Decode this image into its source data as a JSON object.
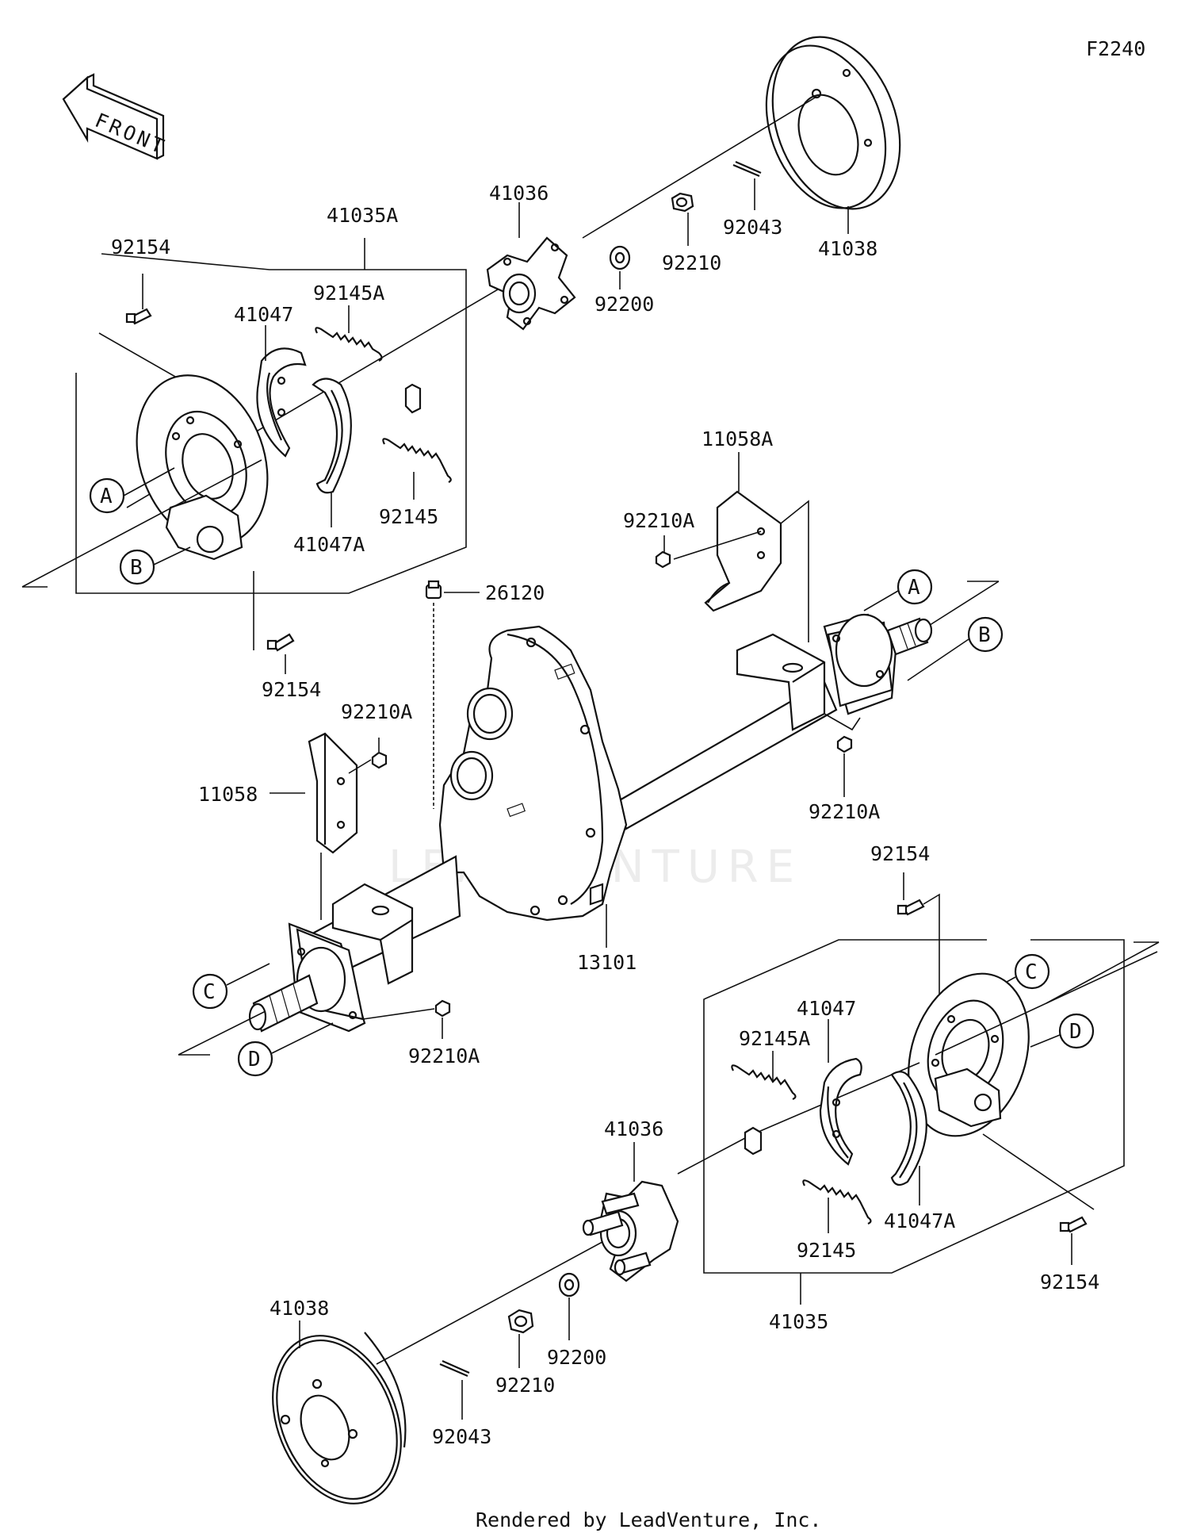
{
  "diagram_code": "F2240",
  "front_label": "FRONT",
  "watermark": "LEADVENTURE",
  "footer": "Rendered by LeadVenture, Inc.",
  "part_labels": {
    "p41038_top": "41038",
    "p92043_top": "92043",
    "p41036_top": "41036",
    "p92210_top": "92210",
    "p92200_top": "92200",
    "p41035A": "41035A",
    "p92154_tl": "92154",
    "p92145A_top": "92145A",
    "p41047_top": "41047",
    "p92145_top": "92145",
    "p41047A_top": "41047A",
    "p11058A": "11058A",
    "p92210A_r1": "92210A",
    "p26120": "26120",
    "p92154_ml": "92154",
    "p92210A_l1": "92210A",
    "p11058": "11058",
    "p92210A_r2": "92210A",
    "p13101": "13101",
    "p92154_mr": "92154",
    "p92210A_l2": "92210A",
    "p41047_bot": "41047",
    "p92145A_bot": "92145A",
    "p92145_bot": "92145",
    "p41047A_bot": "41047A",
    "p41036_bot": "41036",
    "p92200_bot": "92200",
    "p92210_bot": "92210",
    "p92043_bot": "92043",
    "p41038_bot": "41038",
    "p41035": "41035",
    "p92154_br": "92154"
  },
  "callouts": {
    "A_left": "A",
    "B_left": "B",
    "A_right": "A",
    "B_right": "B",
    "C_left": "C",
    "D_left": "D",
    "C_right": "C",
    "D_right": "D"
  }
}
